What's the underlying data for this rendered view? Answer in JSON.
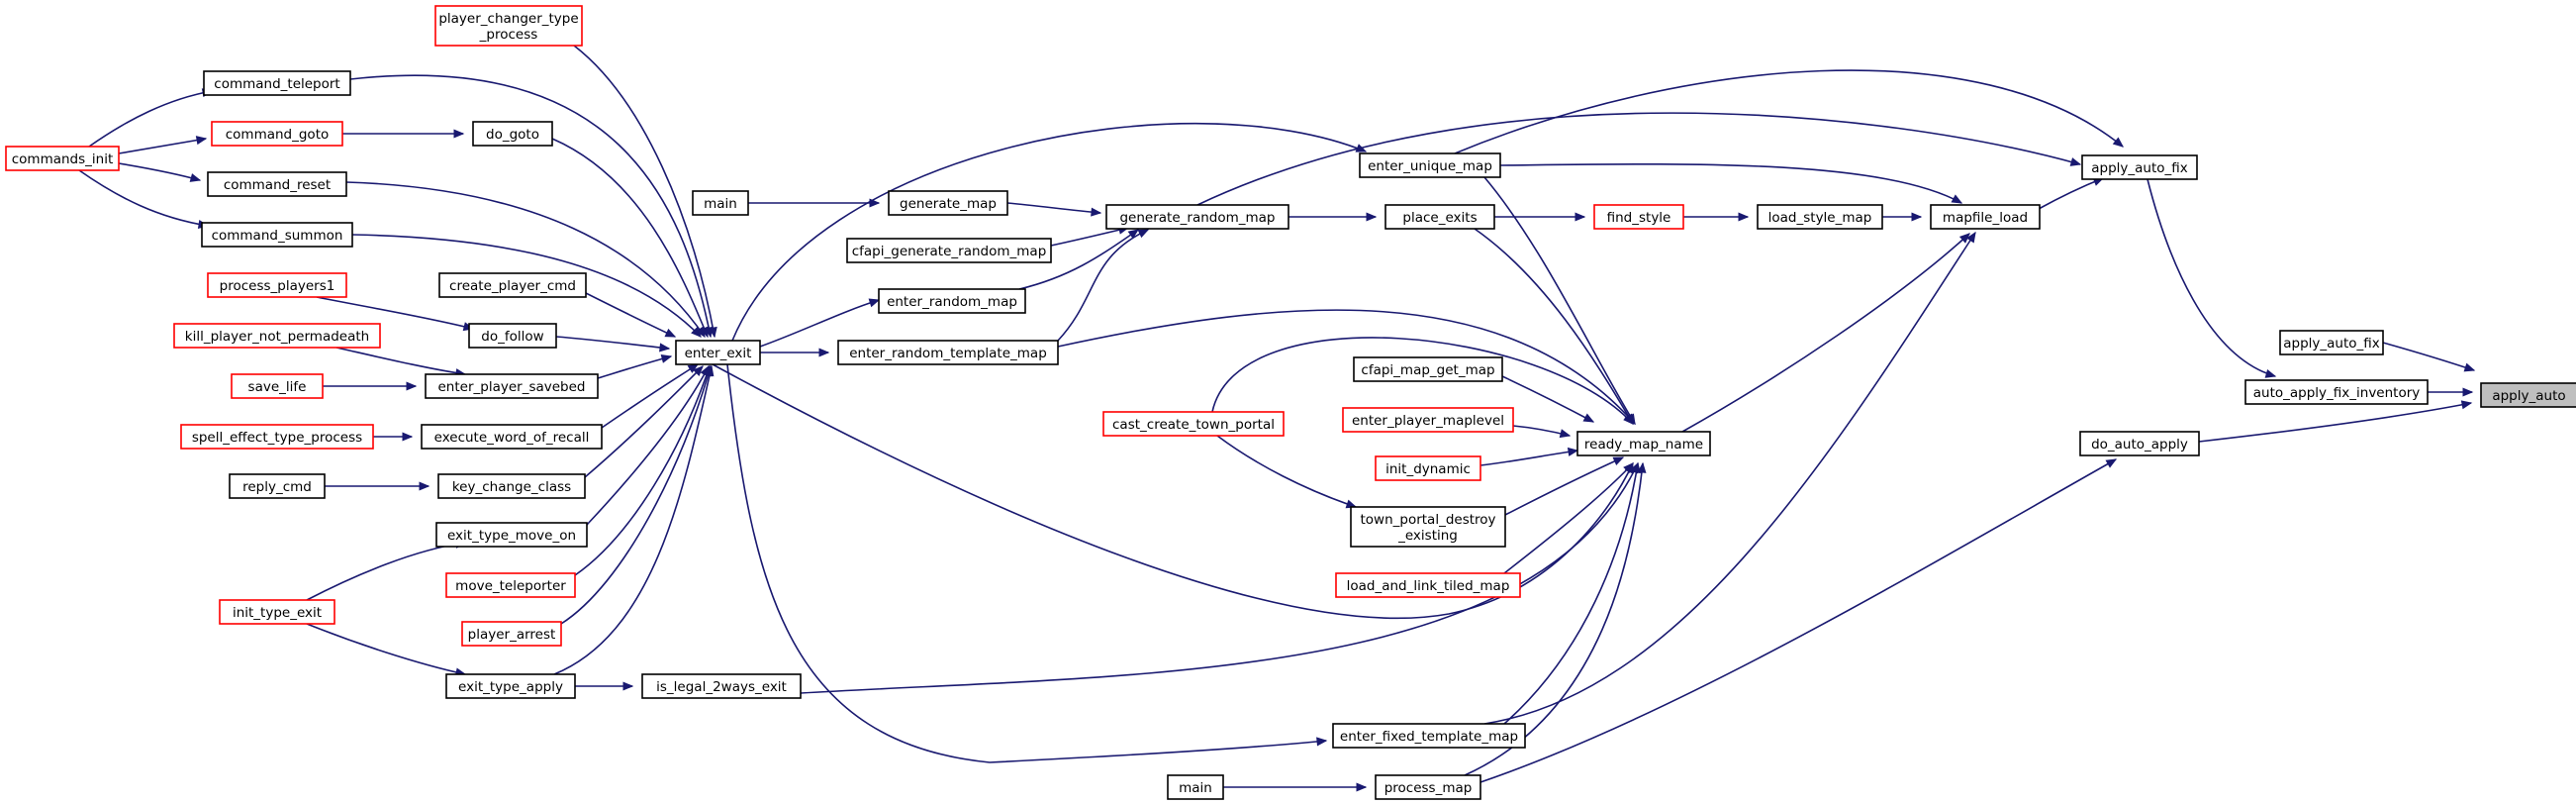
{
  "graph": {
    "nodes": [
      {
        "id": "apply_auto",
        "label": [
          "apply_auto"
        ],
        "style": "highlight"
      },
      {
        "id": "apply_auto_fix_top",
        "label": [
          "apply_auto_fix"
        ],
        "style": "black"
      },
      {
        "id": "apply_auto_fix_small",
        "label": [
          "apply_auto_fix"
        ],
        "style": "black"
      },
      {
        "id": "auto_apply_fix_inventory",
        "label": [
          "auto_apply_fix_inventory"
        ],
        "style": "black"
      },
      {
        "id": "do_auto_apply",
        "label": [
          "do_auto_apply"
        ],
        "style": "black"
      },
      {
        "id": "mapfile_load",
        "label": [
          "mapfile_load"
        ],
        "style": "black"
      },
      {
        "id": "load_style_map",
        "label": [
          "load_style_map"
        ],
        "style": "black"
      },
      {
        "id": "find_style",
        "label": [
          "find_style"
        ],
        "style": "red"
      },
      {
        "id": "place_exits",
        "label": [
          "place_exits"
        ],
        "style": "black"
      },
      {
        "id": "enter_unique_map",
        "label": [
          "enter_unique_map"
        ],
        "style": "black"
      },
      {
        "id": "ready_map_name",
        "label": [
          "ready_map_name"
        ],
        "style": "black"
      },
      {
        "id": "generate_random_map",
        "label": [
          "generate_random_map"
        ],
        "style": "black"
      },
      {
        "id": "generate_map",
        "label": [
          "generate_map"
        ],
        "style": "black"
      },
      {
        "id": "main_top",
        "label": [
          "main"
        ],
        "style": "black"
      },
      {
        "id": "cfapi_generate_random_map",
        "label": [
          "cfapi_generate_random_map"
        ],
        "style": "black"
      },
      {
        "id": "enter_random_map",
        "label": [
          "enter_random_map"
        ],
        "style": "black"
      },
      {
        "id": "enter_random_template_map",
        "label": [
          "enter_random_template_map"
        ],
        "style": "black"
      },
      {
        "id": "enter_exit",
        "label": [
          "enter_exit"
        ],
        "style": "black"
      },
      {
        "id": "cfapi_map_get_map",
        "label": [
          "cfapi_map_get_map"
        ],
        "style": "black"
      },
      {
        "id": "enter_player_maplevel",
        "label": [
          "enter_player_maplevel"
        ],
        "style": "red"
      },
      {
        "id": "init_dynamic",
        "label": [
          "init_dynamic"
        ],
        "style": "red"
      },
      {
        "id": "cast_create_town_portal",
        "label": [
          "cast_create_town_portal"
        ],
        "style": "red"
      },
      {
        "id": "town_portal_destroy_existing",
        "label": [
          "town_portal_destroy",
          "_existing"
        ],
        "style": "black"
      },
      {
        "id": "load_and_link_tiled_map",
        "label": [
          "load_and_link_tiled_map"
        ],
        "style": "red"
      },
      {
        "id": "enter_fixed_template_map",
        "label": [
          "enter_fixed_template_map"
        ],
        "style": "black"
      },
      {
        "id": "process_map",
        "label": [
          "process_map"
        ],
        "style": "black"
      },
      {
        "id": "main_bottom",
        "label": [
          "main"
        ],
        "style": "black"
      },
      {
        "id": "is_legal_2ways_exit",
        "label": [
          "is_legal_2ways_exit"
        ],
        "style": "black"
      },
      {
        "id": "exit_type_apply",
        "label": [
          "exit_type_apply"
        ],
        "style": "black"
      },
      {
        "id": "player_arrest",
        "label": [
          "player_arrest"
        ],
        "style": "red"
      },
      {
        "id": "move_teleporter",
        "label": [
          "move_teleporter"
        ],
        "style": "red"
      },
      {
        "id": "exit_type_move_on",
        "label": [
          "exit_type_move_on"
        ],
        "style": "black"
      },
      {
        "id": "init_type_exit",
        "label": [
          "init_type_exit"
        ],
        "style": "red"
      },
      {
        "id": "key_change_class",
        "label": [
          "key_change_class"
        ],
        "style": "black"
      },
      {
        "id": "reply_cmd",
        "label": [
          "reply_cmd"
        ],
        "style": "black"
      },
      {
        "id": "execute_word_of_recall",
        "label": [
          "execute_word_of_recall"
        ],
        "style": "black"
      },
      {
        "id": "spell_effect_type_process",
        "label": [
          "spell_effect_type_process"
        ],
        "style": "red"
      },
      {
        "id": "enter_player_savebed",
        "label": [
          "enter_player_savebed"
        ],
        "style": "black"
      },
      {
        "id": "save_life",
        "label": [
          "save_life"
        ],
        "style": "red"
      },
      {
        "id": "kill_player_not_permadeath",
        "label": [
          "kill_player_not_permadeath"
        ],
        "style": "red"
      },
      {
        "id": "do_follow",
        "label": [
          "do_follow"
        ],
        "style": "black"
      },
      {
        "id": "process_players1",
        "label": [
          "process_players1"
        ],
        "style": "red"
      },
      {
        "id": "create_player_cmd",
        "label": [
          "create_player_cmd"
        ],
        "style": "black"
      },
      {
        "id": "command_summon",
        "label": [
          "command_summon"
        ],
        "style": "black"
      },
      {
        "id": "command_reset",
        "label": [
          "command_reset"
        ],
        "style": "black"
      },
      {
        "id": "do_goto",
        "label": [
          "do_goto"
        ],
        "style": "black"
      },
      {
        "id": "command_goto",
        "label": [
          "command_goto"
        ],
        "style": "red"
      },
      {
        "id": "command_teleport",
        "label": [
          "command_teleport"
        ],
        "style": "black"
      },
      {
        "id": "commands_init",
        "label": [
          "commands_init"
        ],
        "style": "red"
      },
      {
        "id": "player_changer_type_process",
        "label": [
          "player_changer_type",
          "_process"
        ],
        "style": "red"
      }
    ],
    "edges": [
      {
        "from": "apply_auto_fix_small",
        "to": "apply_auto"
      },
      {
        "from": "auto_apply_fix_inventory",
        "to": "apply_auto"
      },
      {
        "from": "do_auto_apply",
        "to": "apply_auto"
      },
      {
        "from": "apply_auto_fix_top",
        "to": "auto_apply_fix_inventory"
      },
      {
        "from": "mapfile_load",
        "to": "apply_auto_fix_top"
      },
      {
        "from": "enter_unique_map",
        "to": "apply_auto_fix_top"
      },
      {
        "from": "generate_random_map",
        "to": "apply_auto_fix_top"
      },
      {
        "from": "load_style_map",
        "to": "mapfile_load"
      },
      {
        "from": "enter_unique_map",
        "to": "mapfile_load"
      },
      {
        "from": "ready_map_name",
        "to": "mapfile_load"
      },
      {
        "from": "enter_fixed_template_map",
        "to": "mapfile_load"
      },
      {
        "from": "find_style",
        "to": "load_style_map"
      },
      {
        "from": "place_exits",
        "to": "find_style"
      },
      {
        "from": "generate_random_map",
        "to": "place_exits"
      },
      {
        "from": "generate_map",
        "to": "generate_random_map"
      },
      {
        "from": "cfapi_generate_random_map",
        "to": "generate_random_map"
      },
      {
        "from": "enter_random_map",
        "to": "generate_random_map"
      },
      {
        "from": "enter_random_template_map",
        "to": "generate_random_map"
      },
      {
        "from": "main_top",
        "to": "generate_map"
      },
      {
        "from": "enter_exit",
        "to": "enter_random_map"
      },
      {
        "from": "enter_exit",
        "to": "enter_random_template_map"
      },
      {
        "from": "enter_exit",
        "to": "enter_unique_map"
      },
      {
        "from": "enter_exit",
        "to": "ready_map_name"
      },
      {
        "from": "enter_unique_map",
        "to": "ready_map_name"
      },
      {
        "from": "place_exits",
        "to": "ready_map_name"
      },
      {
        "from": "enter_random_template_map",
        "to": "ready_map_name"
      },
      {
        "from": "cfapi_map_get_map",
        "to": "ready_map_name"
      },
      {
        "from": "enter_player_maplevel",
        "to": "ready_map_name"
      },
      {
        "from": "init_dynamic",
        "to": "ready_map_name"
      },
      {
        "from": "cast_create_town_portal",
        "to": "ready_map_name"
      },
      {
        "from": "town_portal_destroy_existing",
        "to": "ready_map_name"
      },
      {
        "from": "load_and_link_tiled_map",
        "to": "ready_map_name"
      },
      {
        "from": "enter_fixed_template_map",
        "to": "ready_map_name"
      },
      {
        "from": "process_map",
        "to": "ready_map_name"
      },
      {
        "from": "is_legal_2ways_exit",
        "to": "ready_map_name"
      },
      {
        "from": "cast_create_town_portal",
        "to": "town_portal_destroy_existing"
      },
      {
        "from": "process_map",
        "to": "do_auto_apply"
      },
      {
        "from": "main_bottom",
        "to": "process_map"
      },
      {
        "from": "enter_exit",
        "to": "enter_fixed_template_map"
      },
      {
        "from": "exit_type_apply",
        "to": "is_legal_2ways_exit"
      },
      {
        "from": "init_type_exit",
        "to": "exit_type_apply"
      },
      {
        "from": "init_type_exit",
        "to": "exit_type_move_on"
      },
      {
        "from": "exit_type_apply",
        "to": "enter_exit"
      },
      {
        "from": "player_arrest",
        "to": "enter_exit"
      },
      {
        "from": "move_teleporter",
        "to": "enter_exit"
      },
      {
        "from": "exit_type_move_on",
        "to": "enter_exit"
      },
      {
        "from": "key_change_class",
        "to": "enter_exit"
      },
      {
        "from": "execute_word_of_recall",
        "to": "enter_exit"
      },
      {
        "from": "enter_player_savebed",
        "to": "enter_exit"
      },
      {
        "from": "do_follow",
        "to": "enter_exit"
      },
      {
        "from": "create_player_cmd",
        "to": "enter_exit"
      },
      {
        "from": "command_summon",
        "to": "enter_exit"
      },
      {
        "from": "command_reset",
        "to": "enter_exit"
      },
      {
        "from": "do_goto",
        "to": "enter_exit"
      },
      {
        "from": "command_teleport",
        "to": "enter_exit"
      },
      {
        "from": "player_changer_type_process",
        "to": "enter_exit"
      },
      {
        "from": "reply_cmd",
        "to": "key_change_class"
      },
      {
        "from": "spell_effect_type_process",
        "to": "execute_word_of_recall"
      },
      {
        "from": "save_life",
        "to": "enter_player_savebed"
      },
      {
        "from": "kill_player_not_permadeath",
        "to": "enter_player_savebed"
      },
      {
        "from": "process_players1",
        "to": "do_follow"
      },
      {
        "from": "command_goto",
        "to": "do_goto"
      },
      {
        "from": "commands_init",
        "to": "command_teleport"
      },
      {
        "from": "commands_init",
        "to": "command_goto"
      },
      {
        "from": "commands_init",
        "to": "command_reset"
      },
      {
        "from": "commands_init",
        "to": "command_summon"
      }
    ]
  }
}
